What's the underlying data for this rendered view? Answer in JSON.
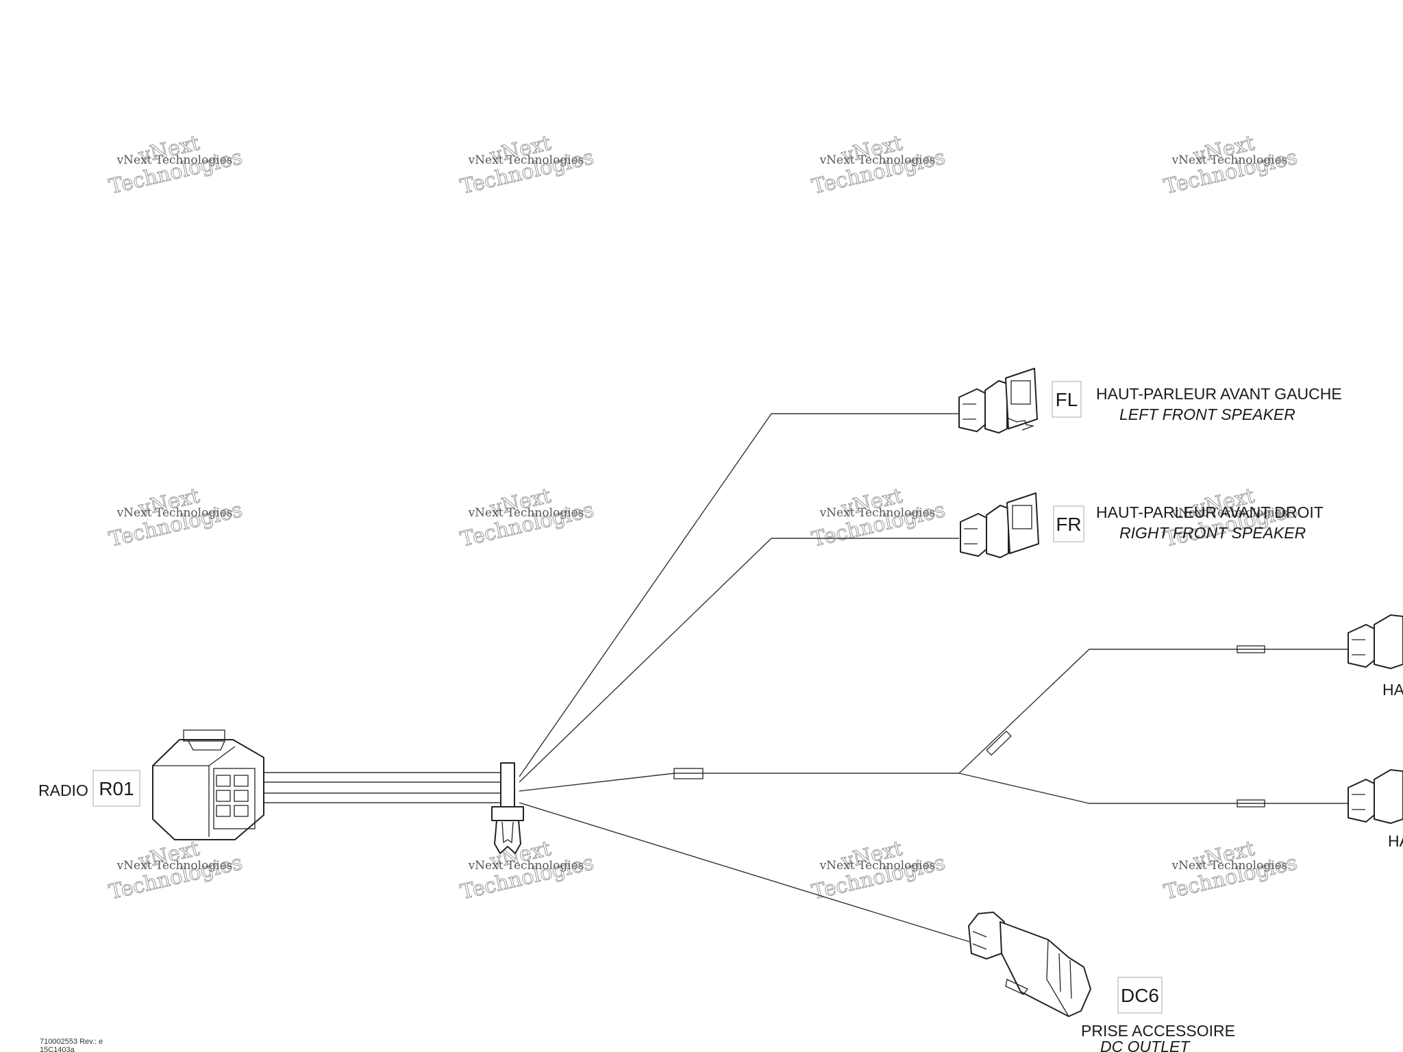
{
  "watermark": "vNext Technologies",
  "connectors": {
    "radio": {
      "tag": "R01",
      "label": "RADIO"
    },
    "fl": {
      "tag": "FL",
      "label_fr": "HAUT-PARLEUR AVANT GAUCHE",
      "label_en": "LEFT FRONT SPEAKER"
    },
    "fr": {
      "tag": "FR",
      "label_fr": "HAUT-PARLEUR AVANT DROIT",
      "label_en": "RIGHT FRONT SPEAKER"
    },
    "rear_upper": {
      "label_partial": "HAU"
    },
    "rear_lower": {
      "label_partial": "HA"
    },
    "dc6": {
      "tag": "DC6",
      "label_fr": "PRISE ACCESSOIRE",
      "label_en": "DC OUTLET"
    }
  },
  "footer": {
    "part_number": "710002553 Rev.: e",
    "drawing_id": "15C1403a"
  }
}
